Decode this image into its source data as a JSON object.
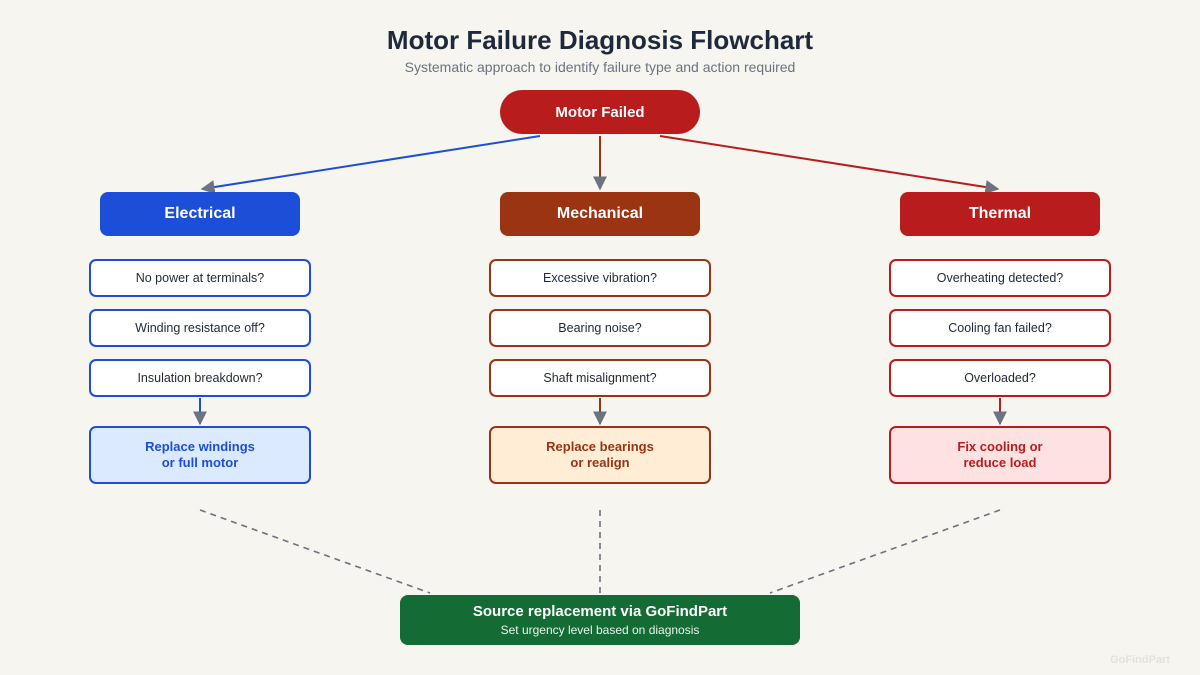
{
  "title": "Motor Failure Diagnosis Flowchart",
  "subtitle": "Systematic approach to identify failure type and action required",
  "root": {
    "label": "Motor Failed",
    "color": "#b91c1c"
  },
  "branches": [
    {
      "label": "Electrical",
      "color": "#1d4ed8",
      "connector_color": "#1d4ed8",
      "questions": [
        "No power at terminals?",
        "Winding resistance off?",
        "Insulation breakdown?"
      ],
      "action": "Replace windings\nor full motor",
      "action_bg": "#dbeafe",
      "action_text": "#1d4ed8"
    },
    {
      "label": "Mechanical",
      "color": "#9a3412",
      "connector_color": "#9a3412",
      "questions": [
        "Excessive vibration?",
        "Bearing noise?",
        "Shaft misalignment?"
      ],
      "action": "Replace bearings\nor realign",
      "action_bg": "#ffedd5",
      "action_text": "#9a3412"
    },
    {
      "label": "Thermal",
      "color": "#b91c1c",
      "connector_color": "#b91c1c",
      "questions": [
        "Overheating detected?",
        "Cooling fan failed?",
        "Overloaded?"
      ],
      "action": "Fix cooling or\nreduce load",
      "action_bg": "#fee2e2",
      "action_text": "#b91c1c"
    }
  ],
  "final": {
    "title": "Source replacement via GoFindPart",
    "subtitle": "Set urgency level based on diagnosis",
    "color": "#146c34"
  },
  "watermark": "GoFindPart",
  "colors": {
    "arrowhead": "#6b7280",
    "dashed": "#6b7280",
    "background": "#f6f5ef"
  }
}
